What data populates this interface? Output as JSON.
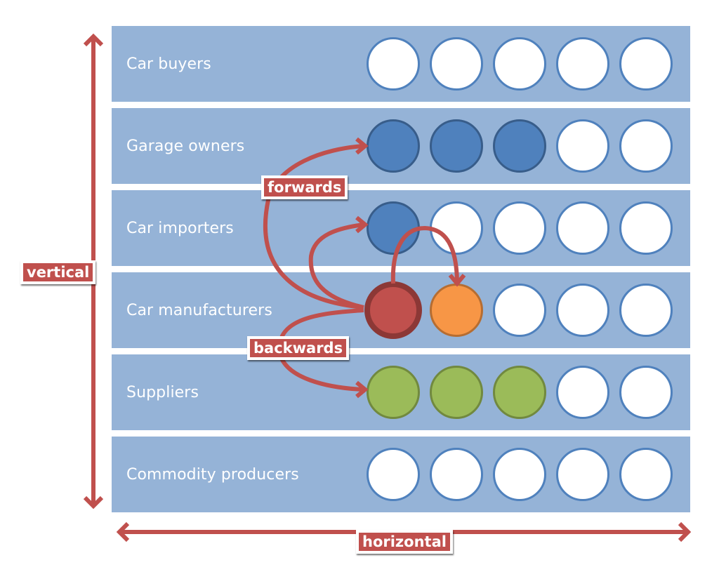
{
  "diagram": {
    "title": "Vertical and horizontal integration in the car industry",
    "rows": [
      {
        "label": "Car buyers",
        "circles": [
          "empty",
          "empty",
          "empty",
          "empty",
          "empty"
        ]
      },
      {
        "label": "Garage owners",
        "circles": [
          "blue",
          "blue",
          "blue",
          "empty",
          "empty"
        ]
      },
      {
        "label": "Car importers",
        "circles": [
          "blue",
          "empty",
          "empty",
          "empty",
          "empty"
        ]
      },
      {
        "label": "Car manufacturers",
        "circles": [
          "red",
          "orange",
          "empty",
          "empty",
          "empty"
        ]
      },
      {
        "label": "Suppliers",
        "circles": [
          "green",
          "green",
          "green",
          "empty",
          "empty"
        ]
      },
      {
        "label": "Commodity producers",
        "circles": [
          "empty",
          "empty",
          "empty",
          "empty",
          "empty"
        ]
      }
    ],
    "labels": {
      "vertical": "vertical",
      "horizontal": "horizontal",
      "forwards": "forwards",
      "backwards": "backwards"
    },
    "colors": {
      "row_fill": "#95b3d7",
      "arrow": "#c0504d",
      "empty_fill": "#ffffff",
      "empty_stroke": "#4f81bd",
      "blue_fill": "#4f81bd",
      "blue_stroke": "#385d8a",
      "red_fill": "#c0504d",
      "red_stroke": "#8c3836",
      "orange_fill": "#f79646",
      "orange_stroke": "#b66d31",
      "green_fill": "#9bbb59",
      "green_stroke": "#71893f"
    },
    "connections": [
      {
        "from": "Car manufacturers #1",
        "to": "Garage owners #1",
        "type": "forwards"
      },
      {
        "from": "Car manufacturers #1",
        "to": "Car importers #1",
        "type": "forwards"
      },
      {
        "from": "Car manufacturers #1",
        "to": "Suppliers #1",
        "type": "backwards"
      },
      {
        "from": "Car manufacturers #1",
        "to": "Car manufacturers #2",
        "type": "horizontal"
      }
    ]
  }
}
